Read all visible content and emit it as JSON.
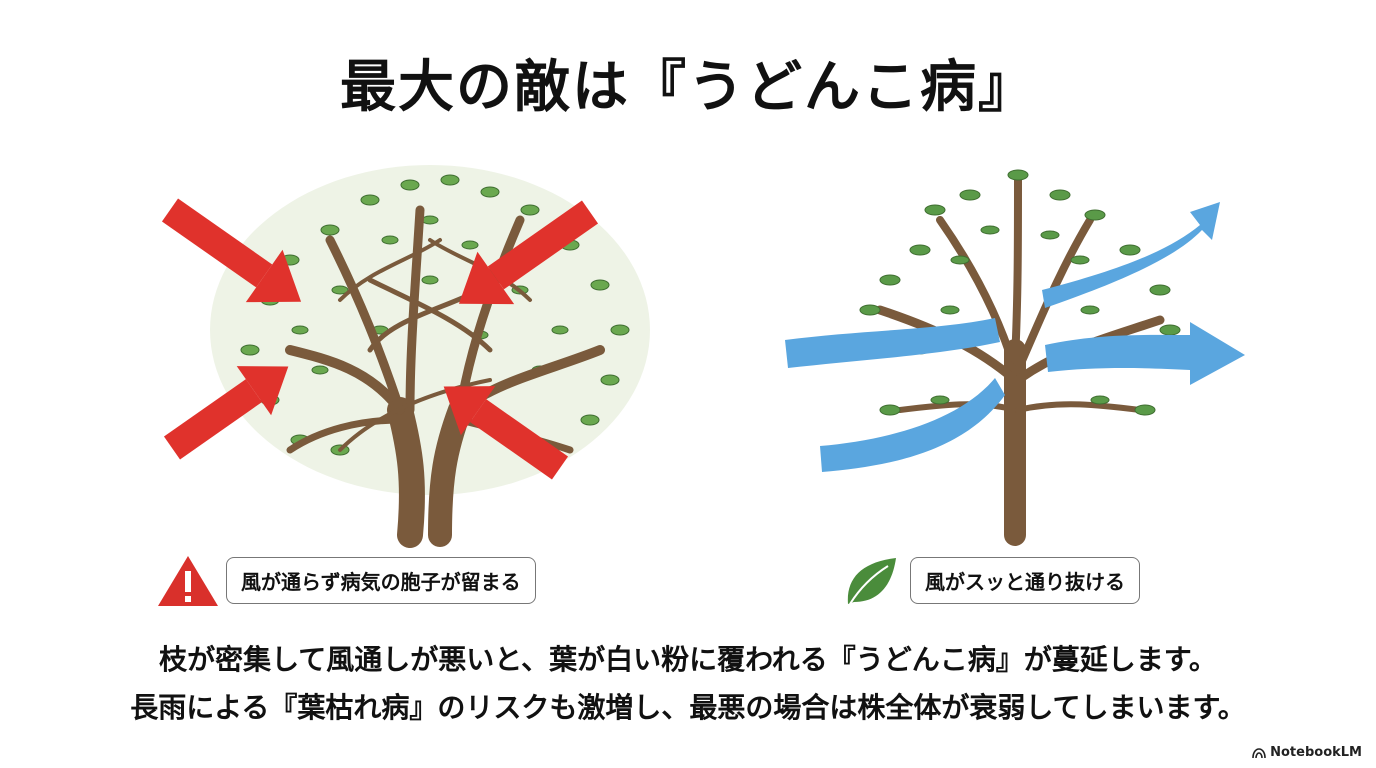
{
  "title": "最大の敵は『うどんこ病』",
  "left_panel": {
    "caption": "風が通らず病気の胞子が留まる",
    "icon": "warning-icon",
    "arrow_color": "#e0322c"
  },
  "right_panel": {
    "caption": "風がスッと通り抜ける",
    "icon": "leaf-icon",
    "arrow_color": "#5aa6df"
  },
  "body": {
    "line1": "枝が密集して風通しが悪いと、葉が白い粉に覆われる『うどんこ病』が蔓延します。",
    "line2": "長雨による『葉枯れ病』のリスクも激増し、最悪の場合は株全体が衰弱してしまいます。"
  },
  "brand": "NotebookLM",
  "colors": {
    "trunk": "#7a5a3c",
    "leaf": "#5a9a48"
  }
}
